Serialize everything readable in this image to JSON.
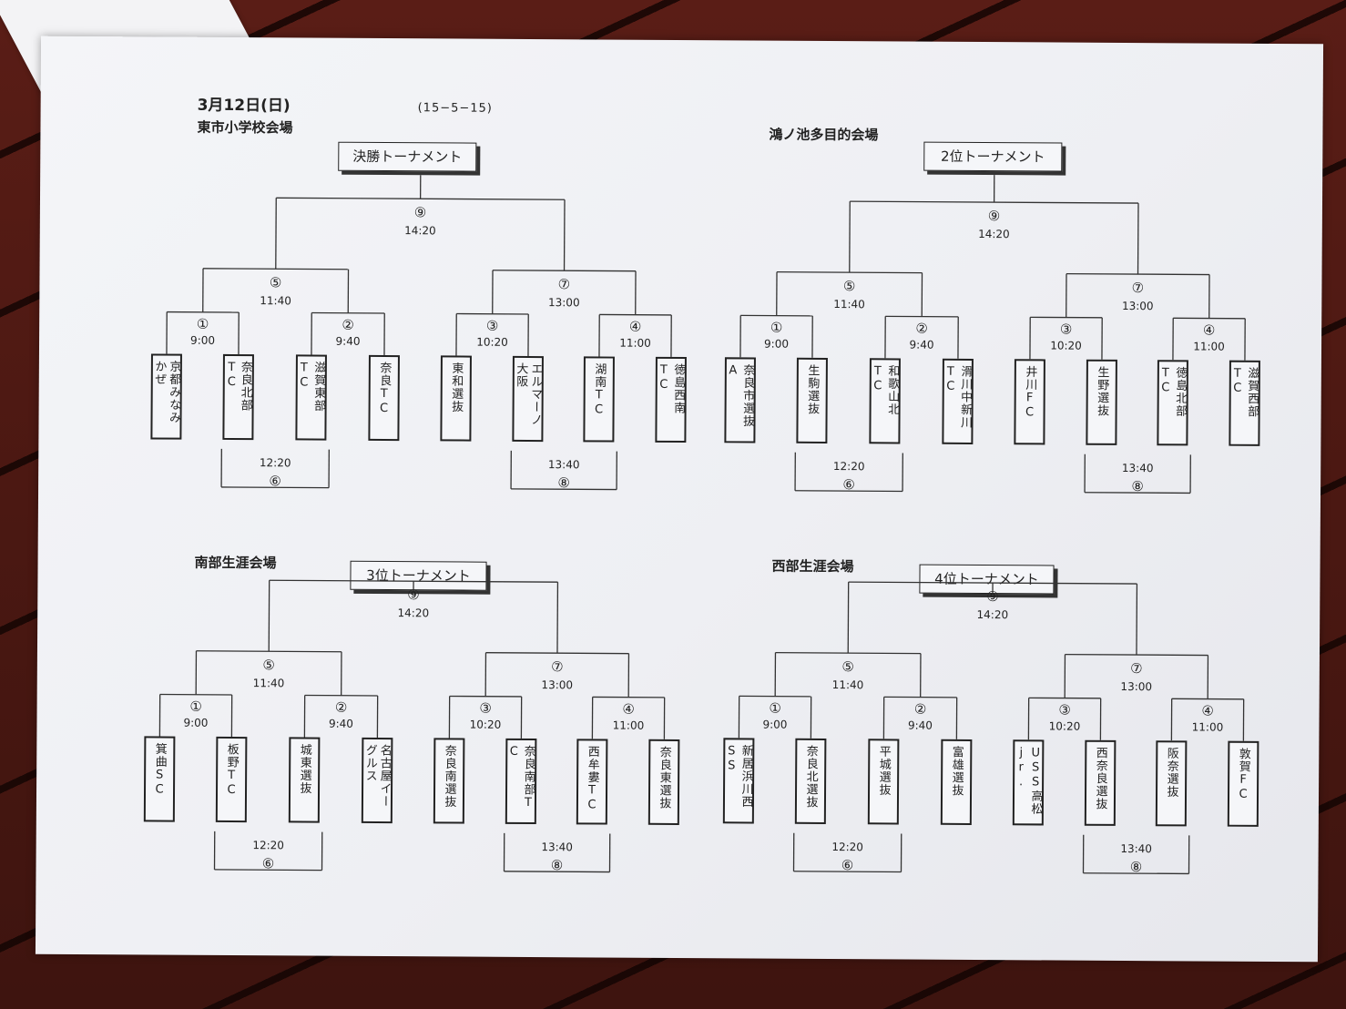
{
  "header": {
    "date": "3月12日(日)",
    "format": "(15−5−15)"
  },
  "brackets": [
    {
      "venue": "東市小学校会場",
      "title": "決勝トーナメント",
      "final": {
        "num": "⑨",
        "time": "14:20"
      },
      "semis": [
        {
          "num": "⑤",
          "time": "11:40"
        },
        {
          "num": "⑦",
          "time": "13:00"
        }
      ],
      "firsts": [
        {
          "num": "①",
          "time": "9:00"
        },
        {
          "num": "②",
          "time": "9:40"
        },
        {
          "num": "③",
          "time": "10:20"
        },
        {
          "num": "④",
          "time": "11:00"
        }
      ],
      "bottoms": [
        {
          "num": "⑥",
          "time": "12:20"
        },
        {
          "num": "⑧",
          "time": "13:40"
        }
      ],
      "teams": [
        [
          "かぜ",
          "京都みなみ"
        ],
        [
          "奈良北部TC"
        ],
        [
          "TC",
          "滋賀東部"
        ],
        [
          "奈良TC"
        ],
        [
          "東和選抜"
        ],
        [
          "大阪",
          "エルマーノ"
        ],
        [
          "湖南TC"
        ],
        [
          "TC",
          "徳島西南"
        ]
      ]
    },
    {
      "venue": "鴻ノ池多目的会場",
      "title": "2位トーナメント",
      "final": {
        "num": "⑨",
        "time": "14:20"
      },
      "semis": [
        {
          "num": "⑤",
          "time": "11:40"
        },
        {
          "num": "⑦",
          "time": "13:00"
        }
      ],
      "firsts": [
        {
          "num": "①",
          "time": "9:00"
        },
        {
          "num": "②",
          "time": "9:40"
        },
        {
          "num": "③",
          "time": "10:20"
        },
        {
          "num": "④",
          "time": "11:00"
        }
      ],
      "bottoms": [
        {
          "num": "⑥",
          "time": "12:20"
        },
        {
          "num": "⑧",
          "time": "13:40"
        }
      ],
      "teams": [
        [
          "A",
          "奈良市選抜"
        ],
        [
          "生駒選抜"
        ],
        [
          "TC",
          "和歌山北"
        ],
        [
          "TC",
          "滑川中新川"
        ],
        [
          "井川FC"
        ],
        [
          "生野選抜"
        ],
        [
          "TC",
          "徳島北部"
        ],
        [
          "TC",
          "滋賀西部"
        ]
      ]
    },
    {
      "venue": "南部生涯会場",
      "title": "3位トーナメント",
      "final": {
        "num": "⑨",
        "time": "14:20"
      },
      "semis": [
        {
          "num": "⑤",
          "time": "11:40"
        },
        {
          "num": "⑦",
          "time": "13:00"
        }
      ],
      "firsts": [
        {
          "num": "①",
          "time": "9:00"
        },
        {
          "num": "②",
          "time": "9:40"
        },
        {
          "num": "③",
          "time": "10:20"
        },
        {
          "num": "④",
          "time": "11:00"
        }
      ],
      "bottoms": [
        {
          "num": "⑥",
          "time": "12:20"
        },
        {
          "num": "⑧",
          "time": "13:40"
        }
      ],
      "teams": [
        [
          "箕曲SC"
        ],
        [
          "板野TC"
        ],
        [
          "城東選抜"
        ],
        [
          "グルス",
          "名古屋イー"
        ],
        [
          "奈良南選抜"
        ],
        [
          "C",
          "奈良南部T"
        ],
        [
          "西牟婁TC"
        ],
        [
          "奈良東選抜"
        ]
      ]
    },
    {
      "venue": "西部生涯会場",
      "title": "4位トーナメント",
      "final": {
        "num": "⑨",
        "time": "14:20"
      },
      "semis": [
        {
          "num": "⑤",
          "time": "11:40"
        },
        {
          "num": "⑦",
          "time": "13:00"
        }
      ],
      "firsts": [
        {
          "num": "①",
          "time": "9:00"
        },
        {
          "num": "②",
          "time": "9:40"
        },
        {
          "num": "③",
          "time": "10:20"
        },
        {
          "num": "④",
          "time": "11:00"
        }
      ],
      "bottoms": [
        {
          "num": "⑥",
          "time": "12:20"
        },
        {
          "num": "⑧",
          "time": "13:40"
        }
      ],
      "teams": [
        [
          "SS",
          "新居浜川西"
        ],
        [
          "奈良北選抜"
        ],
        [
          "平城選抜"
        ],
        [
          "富雄選抜"
        ],
        [
          "jr.",
          "USS高松"
        ],
        [
          "西奈良選抜"
        ],
        [
          "阪奈選抜"
        ],
        [
          "敦賀FC"
        ]
      ]
    }
  ]
}
